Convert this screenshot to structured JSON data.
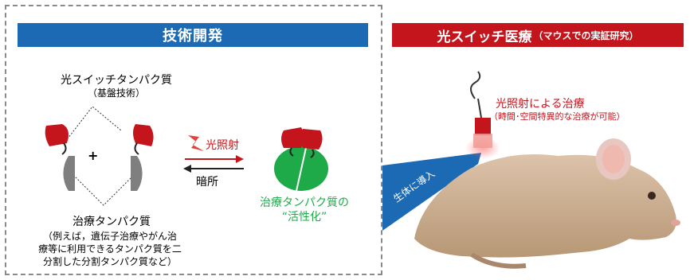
{
  "left_panel": {
    "title": "技術開発",
    "switch_protein": {
      "name": "光スイッチタンパク質",
      "sub": "（基盤技術）"
    },
    "plus": "+",
    "light_label": "光照射",
    "dark_label": "暗所",
    "activated": {
      "line1": "治療タンパク質の",
      "line2": "“活性化”"
    },
    "therapeutic_protein": {
      "name": "治療タンパク質",
      "desc_lines": [
        "（例えば，遺伝子治療やがん治",
        "療等に利用できるタンパク質を二",
        "分割した分割タンパク質など）"
      ]
    }
  },
  "right_panel": {
    "title_main": "光スイッチ医療",
    "title_sub": "（マウスでの実証研究）",
    "treatment": {
      "line1": "光照射による治療",
      "line2": "（時間･空間特異的な治療が可能）"
    },
    "introduce_label": "生体に導入"
  },
  "colors": {
    "blue": "#1c6ab4",
    "red": "#c4151d",
    "green": "#1faa4a",
    "gray": "#7f7f7f"
  }
}
